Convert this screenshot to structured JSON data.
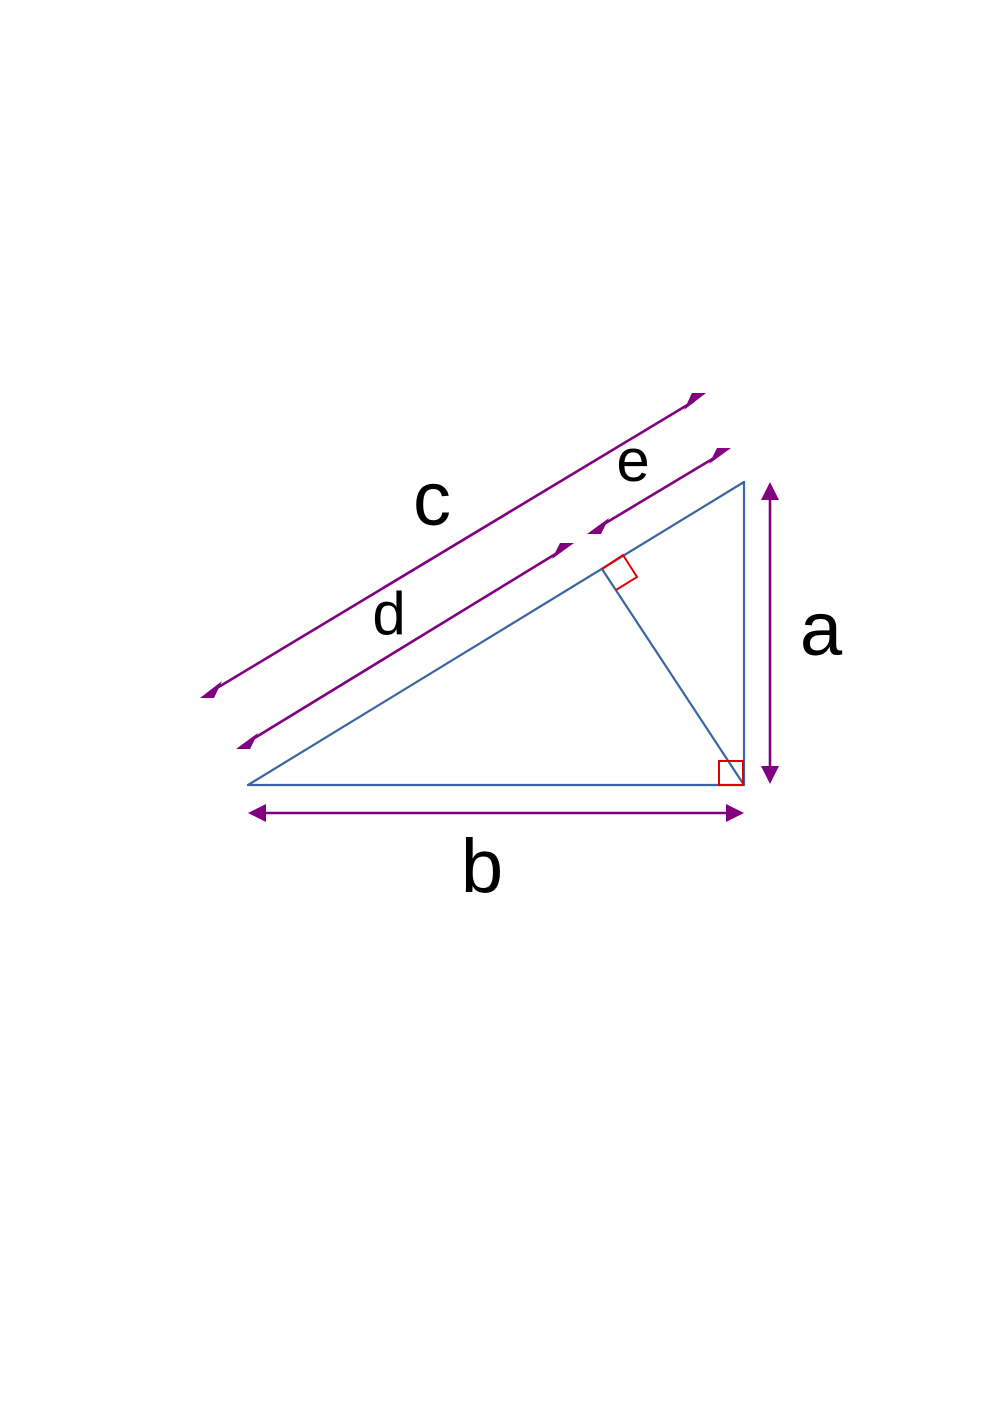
{
  "diagram": {
    "labels": {
      "a": "a",
      "b": "b",
      "c": "c",
      "d": "d",
      "e": "e"
    },
    "colors": {
      "triangle": "#3b65a0",
      "arrows": "#800080",
      "right_angle_marks": "#e00000",
      "text": "#000000"
    }
  }
}
